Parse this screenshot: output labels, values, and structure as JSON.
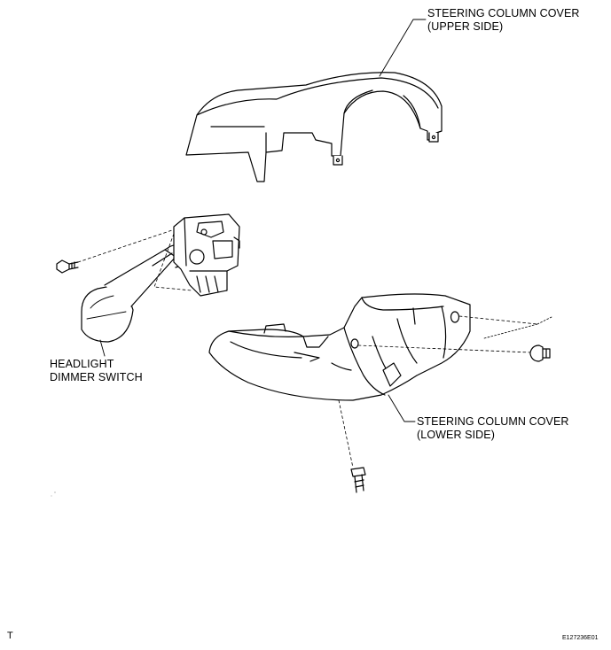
{
  "labels": {
    "upper_cover": {
      "line1": "STEERING COLUMN COVER",
      "line2": "(UPPER SIDE)"
    },
    "lower_cover": {
      "line1": "STEERING COLUMN COVER",
      "line2": "(LOWER SIDE)"
    },
    "switch": {
      "line1": "HEADLIGHT",
      "line2": "DIMMER SWITCH"
    }
  },
  "footer": {
    "corner_mark": "T",
    "figure_code": "E127236E01"
  }
}
